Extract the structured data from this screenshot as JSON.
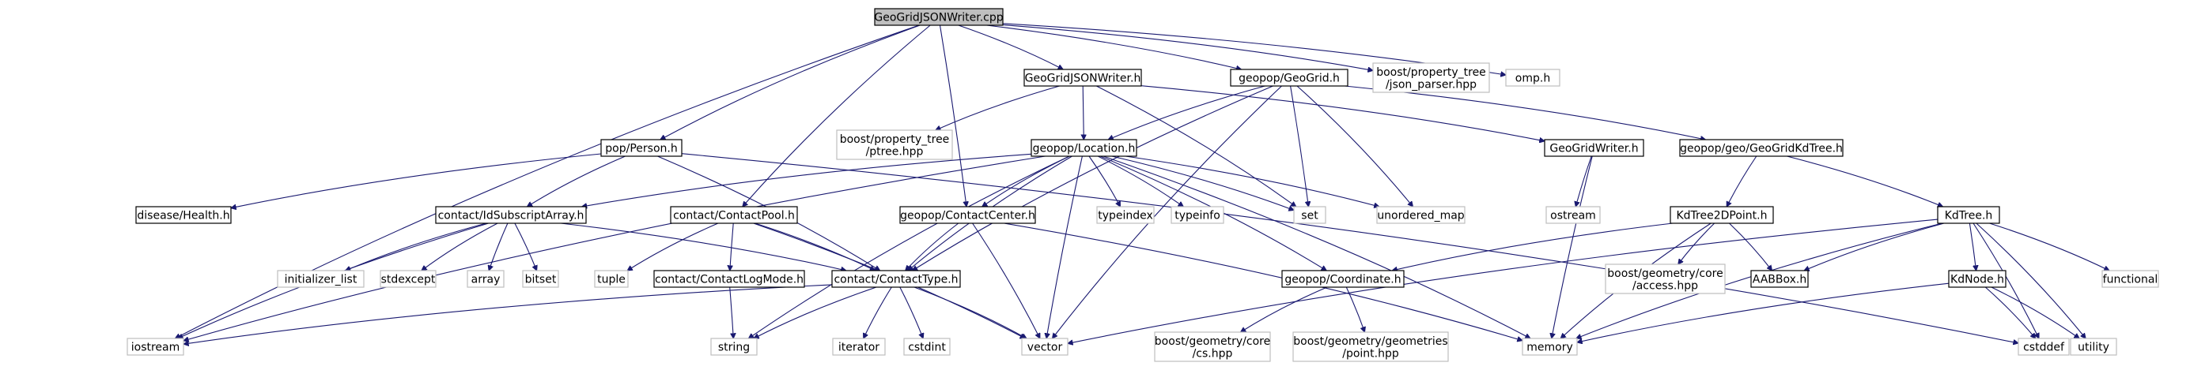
{
  "graph": {
    "nodes": [
      {
        "id": "root",
        "label": "GeoGridJSONWriter.cpp",
        "style": "root"
      },
      {
        "id": "person",
        "label": "pop/Person.h",
        "style": "doc"
      },
      {
        "id": "cpool",
        "label": "contact/ContactPool.h",
        "style": "doc"
      },
      {
        "id": "gjw",
        "label": "GeoGridJSONWriter.h",
        "style": "doc"
      },
      {
        "id": "ggrid",
        "label": "geopop/GeoGrid.h",
        "style": "doc"
      },
      {
        "id": "jsonparser",
        "label": [
          "boost/property_tree",
          "/json_parser.hpp"
        ],
        "style": "ext"
      },
      {
        "id": "omp",
        "label": "omp.h",
        "style": "ext"
      },
      {
        "id": "ptree",
        "label": [
          "boost/property_tree",
          "/ptree.hpp"
        ],
        "style": "ext"
      },
      {
        "id": "location",
        "label": "geopop/Location.h",
        "style": "doc"
      },
      {
        "id": "ggwriter",
        "label": "GeoGridWriter.h",
        "style": "doc"
      },
      {
        "id": "kdtreeh",
        "label": "geopop/geo/GeoGridKdTree.h",
        "style": "doc"
      },
      {
        "id": "health",
        "label": "disease/Health.h",
        "style": "doc"
      },
      {
        "id": "idsub",
        "label": "contact/IdSubscriptArray.h",
        "style": "doc"
      },
      {
        "id": "ccenter",
        "label": "geopop/ContactCenter.h",
        "style": "doc"
      },
      {
        "id": "typeindex",
        "label": "typeindex",
        "style": "ext"
      },
      {
        "id": "typeinfo",
        "label": "typeinfo",
        "style": "ext"
      },
      {
        "id": "set",
        "label": "set",
        "style": "ext"
      },
      {
        "id": "umap",
        "label": "unordered_map",
        "style": "ext"
      },
      {
        "id": "ostream",
        "label": "ostream",
        "style": "ext"
      },
      {
        "id": "kd2d",
        "label": "KdTree2DPoint.h",
        "style": "doc"
      },
      {
        "id": "kdtree",
        "label": "KdTree.h",
        "style": "doc"
      },
      {
        "id": "initlist",
        "label": "initializer_list",
        "style": "ext"
      },
      {
        "id": "stdexcept",
        "label": "stdexcept",
        "style": "ext"
      },
      {
        "id": "array",
        "label": "array",
        "style": "ext"
      },
      {
        "id": "bitset",
        "label": "bitset",
        "style": "ext"
      },
      {
        "id": "tuple",
        "label": "tuple",
        "style": "ext"
      },
      {
        "id": "clogmode",
        "label": "contact/ContactLogMode.h",
        "style": "doc"
      },
      {
        "id": "ctype",
        "label": "contact/ContactType.h",
        "style": "doc"
      },
      {
        "id": "coord",
        "label": "geopop/Coordinate.h",
        "style": "doc"
      },
      {
        "id": "access",
        "label": [
          "boost/geometry/core",
          "/access.hpp"
        ],
        "style": "ext"
      },
      {
        "id": "aabb",
        "label": "AABBox.h",
        "style": "doc"
      },
      {
        "id": "kdnode",
        "label": "KdNode.h",
        "style": "doc"
      },
      {
        "id": "functional",
        "label": "functional",
        "style": "ext"
      },
      {
        "id": "iostream",
        "label": "iostream",
        "style": "ext"
      },
      {
        "id": "string",
        "label": "string",
        "style": "ext"
      },
      {
        "id": "iterator",
        "label": "iterator",
        "style": "ext"
      },
      {
        "id": "cstdint",
        "label": "cstdint",
        "style": "ext"
      },
      {
        "id": "vector",
        "label": "vector",
        "style": "ext"
      },
      {
        "id": "cs",
        "label": [
          "boost/geometry/core",
          "/cs.hpp"
        ],
        "style": "ext"
      },
      {
        "id": "point",
        "label": [
          "boost/geometry/geometries",
          "/point.hpp"
        ],
        "style": "ext"
      },
      {
        "id": "memory",
        "label": "memory",
        "style": "ext"
      },
      {
        "id": "cstddef",
        "label": "cstddef",
        "style": "ext"
      },
      {
        "id": "utility",
        "label": "utility",
        "style": "ext"
      }
    ],
    "edges": [
      [
        "root",
        "iostream"
      ],
      [
        "root",
        "person"
      ],
      [
        "root",
        "cpool"
      ],
      [
        "root",
        "gjw"
      ],
      [
        "root",
        "ccenter"
      ],
      [
        "root",
        "ggrid"
      ],
      [
        "root",
        "jsonparser"
      ],
      [
        "root",
        "omp"
      ],
      [
        "gjw",
        "ptree"
      ],
      [
        "gjw",
        "location"
      ],
      [
        "gjw",
        "ggwriter"
      ],
      [
        "gjw",
        "set"
      ],
      [
        "ggrid",
        "ctype"
      ],
      [
        "ggrid",
        "location"
      ],
      [
        "ggrid",
        "kdtreeh"
      ],
      [
        "ggrid",
        "set"
      ],
      [
        "ggrid",
        "umap"
      ],
      [
        "ggrid",
        "vector"
      ],
      [
        "person",
        "health"
      ],
      [
        "person",
        "idsub"
      ],
      [
        "person",
        "ctype"
      ],
      [
        "person",
        "cstddef"
      ],
      [
        "location",
        "idsub"
      ],
      [
        "location",
        "ctype"
      ],
      [
        "location",
        "ccenter"
      ],
      [
        "location",
        "coord"
      ],
      [
        "location",
        "typeindex"
      ],
      [
        "location",
        "typeinfo"
      ],
      [
        "location",
        "set"
      ],
      [
        "location",
        "umap"
      ],
      [
        "location",
        "memory"
      ],
      [
        "location",
        "iostream"
      ],
      [
        "location",
        "string"
      ],
      [
        "location",
        "vector"
      ],
      [
        "idsub",
        "ctype"
      ],
      [
        "idsub",
        "initlist"
      ],
      [
        "idsub",
        "stdexcept"
      ],
      [
        "idsub",
        "array"
      ],
      [
        "idsub",
        "bitset"
      ],
      [
        "idsub",
        "iostream"
      ],
      [
        "cpool",
        "ctype"
      ],
      [
        "cpool",
        "tuple"
      ],
      [
        "cpool",
        "clogmode"
      ],
      [
        "cpool",
        "vector"
      ],
      [
        "ccenter",
        "ctype"
      ],
      [
        "ccenter",
        "memory"
      ],
      [
        "ccenter",
        "vector"
      ],
      [
        "clogmode",
        "string"
      ],
      [
        "ctype",
        "iostream"
      ],
      [
        "ctype",
        "string"
      ],
      [
        "ctype",
        "iterator"
      ],
      [
        "ctype",
        "cstdint"
      ],
      [
        "ctype",
        "vector"
      ],
      [
        "ggwriter",
        "ostream"
      ],
      [
        "ggwriter",
        "memory"
      ],
      [
        "kdtreeh",
        "kd2d"
      ],
      [
        "kdtreeh",
        "kdtree"
      ],
      [
        "kd2d",
        "access"
      ],
      [
        "kd2d",
        "coord"
      ],
      [
        "kd2d",
        "aabb"
      ],
      [
        "kd2d",
        "memory"
      ],
      [
        "coord",
        "cs"
      ],
      [
        "coord",
        "point"
      ],
      [
        "kdtree",
        "aabb"
      ],
      [
        "kdtree",
        "kdnode"
      ],
      [
        "kdtree",
        "functional"
      ],
      [
        "kdtree",
        "memory"
      ],
      [
        "kdtree",
        "cstddef"
      ],
      [
        "kdtree",
        "utility"
      ],
      [
        "kdtree",
        "vector"
      ],
      [
        "kdnode",
        "memory"
      ],
      [
        "kdnode",
        "cstddef"
      ],
      [
        "kdnode",
        "utility"
      ]
    ]
  }
}
